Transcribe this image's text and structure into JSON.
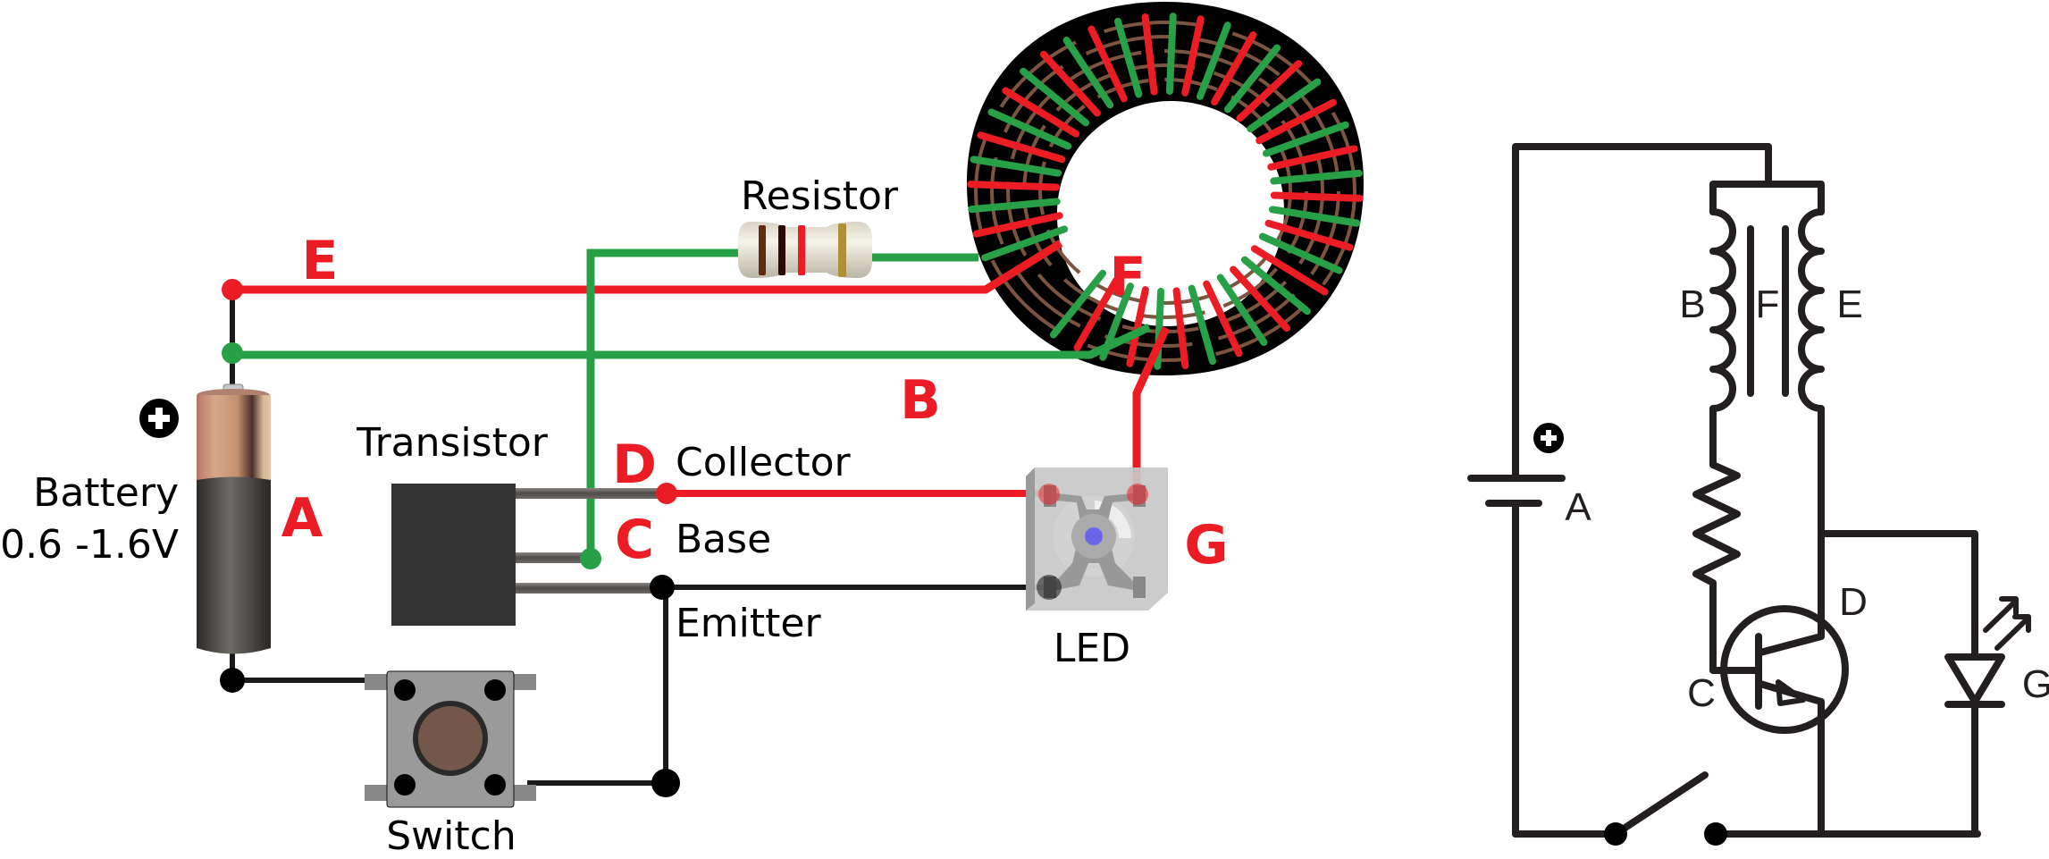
{
  "title": "Joule thief circuit: breadboard illustration and schematic",
  "colors": {
    "wire_red": "#ec1c24",
    "wire_green": "#28a048",
    "wire_black": "#1a1a1a",
    "toroid_brown": "#7b5540",
    "label_red": "#ec1c24",
    "led_glow": "#6666e6"
  },
  "illustration": {
    "components": {
      "battery": {
        "label_line1": "Battery",
        "label_line2": "0.6 -1.6V",
        "letter": "A",
        "polarity_icon": "plus-circle-icon"
      },
      "toroid": {
        "letter": "F"
      },
      "winding_e": {
        "letter": "E"
      },
      "winding_b": {
        "letter": "B"
      },
      "resistor": {
        "label": "Resistor",
        "bands": [
          "#5e2e14",
          "#2a0a05",
          "#ec1c24",
          "#b09035"
        ]
      },
      "transistor": {
        "label": "Transistor",
        "pins": [
          {
            "letter": "D",
            "name": "Collector"
          },
          {
            "letter": "C",
            "name": "Base"
          },
          {
            "letter": "",
            "name": "Emitter"
          }
        ]
      },
      "led": {
        "label": "LED",
        "letter": "G"
      },
      "switch": {
        "label": "Switch"
      }
    }
  },
  "schematic": {
    "labels": {
      "battery": "A",
      "coil_left": "B",
      "core": "F",
      "coil_right": "E",
      "base": "C",
      "collector": "D",
      "led": "G"
    },
    "polarity_icon": "plus-circle-icon"
  }
}
